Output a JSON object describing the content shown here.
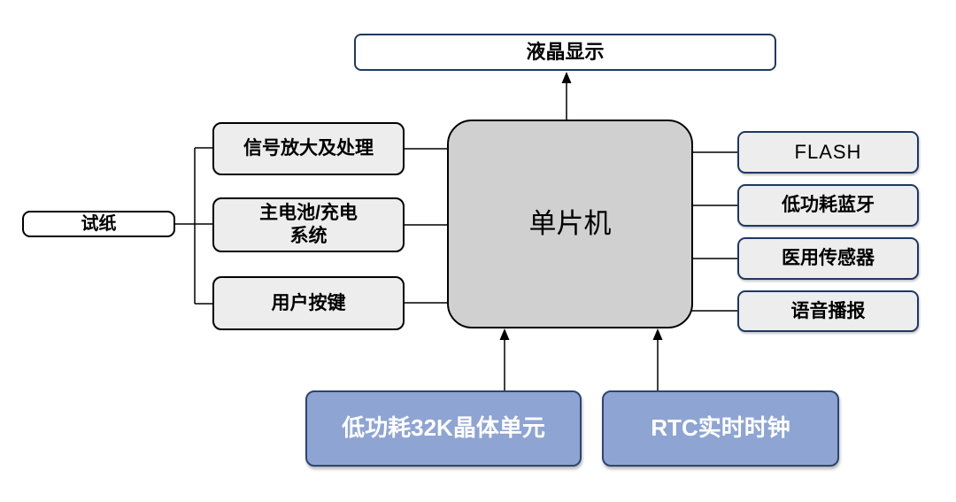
{
  "diagram": {
    "nodes": {
      "lcd": {
        "label": "液晶显示"
      },
      "mcu": {
        "label": "单片机"
      },
      "test_strip": {
        "label": "试纸"
      },
      "left": [
        {
          "label": "信号放大及处理"
        },
        {
          "label": "主电池/充电\n系统"
        },
        {
          "label": "用户按键"
        }
      ],
      "right": [
        {
          "label": "FLASH"
        },
        {
          "label": "低功耗蓝牙"
        },
        {
          "label": "医用传感器"
        },
        {
          "label": "语音播报"
        }
      ],
      "bottom": [
        {
          "label": "低功耗32K晶体单元"
        },
        {
          "label": "RTC实时时钟"
        }
      ]
    },
    "colors": {
      "background": "#ffffff",
      "mcu_fill": "#d0d0d0",
      "gray_fill": "#ededed",
      "blue_fill": "#8ea4d3",
      "navy_border": "#1f3864",
      "black_border": "#000000",
      "connector_line": "#000000",
      "blue_box_text": "#ffffff",
      "default_text": "#000000"
    }
  }
}
